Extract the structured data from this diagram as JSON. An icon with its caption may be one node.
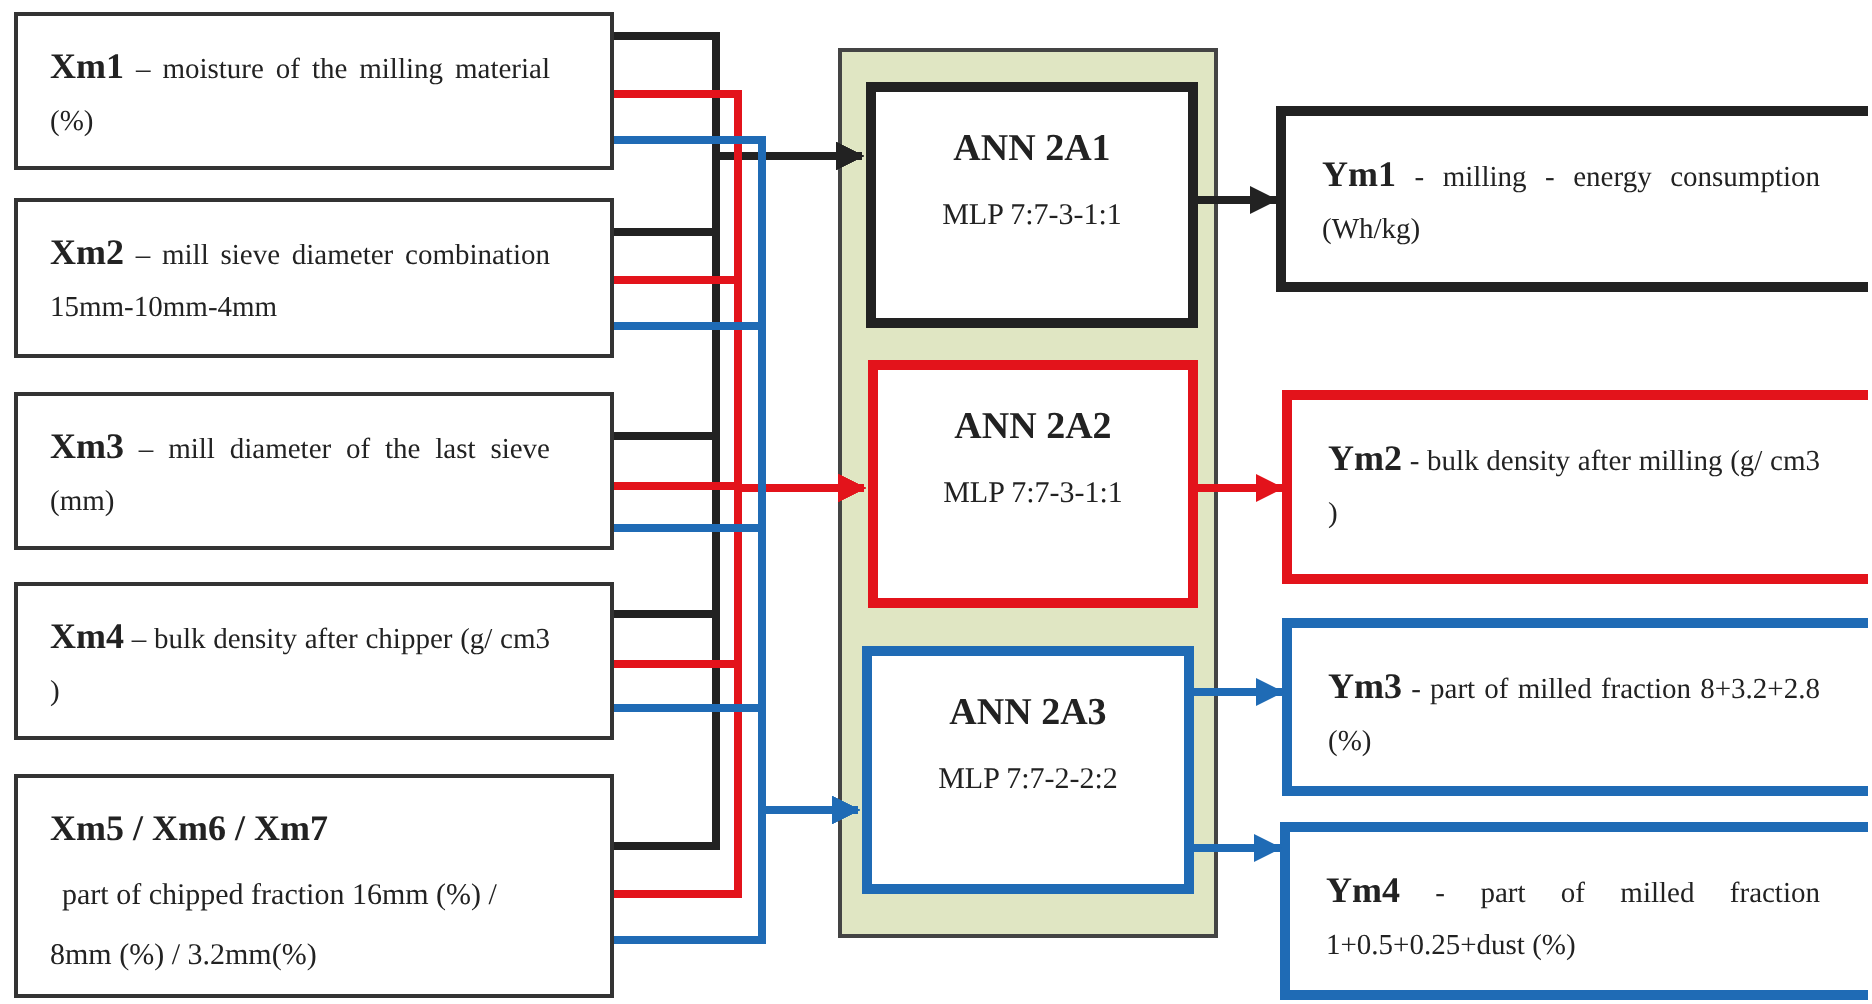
{
  "diagram": {
    "nodes": [
      {
        "text": [
          "**Xm1** – moisture of the milling material (%)"
        ]
      },
      {
        "text": [
          "**Xm2** – mill sieve diameter combination 15mm-10mm-4mm"
        ]
      },
      {
        "text": [
          "**Xm3** – mill diameter of the last sieve (mm)"
        ]
      },
      {
        "text": [
          "**Xm4** – bulk density after chipper (g/ cm3 )"
        ]
      },
      {
        "text": [
          "**Xm5** / **Xm6** / **Xm7**",
          "part of chipped fraction 16mm (%) / 8mm (%) / 3.2mm(%)"
        ]
      },
      {
        "text": [],
        "shape": "box"
      },
      {
        "text": [
          "ANN 2A1",
          "MLP 7:7-3-1:1"
        ],
        "in": 5
      },
      {
        "text": [
          "ANN 2A2",
          "MLP 7:7-3-1:1"
        ],
        "in": 5
      },
      {
        "text": [
          "ANN 2A3",
          "MLP 7:7-2-2:2"
        ],
        "in": 5
      },
      {
        "text": [
          "**Ym1** - milling - energy consumption (Wh/kg)"
        ]
      },
      {
        "text": [
          "**Ym2** - bulk density after milling (g/ cm3 )"
        ]
      },
      {
        "text": [
          "**Ym3** - part of milled fraction 8+3.2+2.8 (%)"
        ]
      },
      {
        "text": [
          "**Ym4** - part of milled fraction 1+0.5+0.25+dust (%)"
        ]
      }
    ],
    "edges": [
      {
        "from": 0,
        "to": 6,
        "arrow": "to",
        "color": "#222222"
      },
      {
        "from": 1,
        "to": 6,
        "arrow": "to",
        "color": "#222222"
      },
      {
        "from": 2,
        "to": 6,
        "arrow": "to",
        "color": "#222222"
      },
      {
        "from": 3,
        "to": 6,
        "arrow": "to",
        "color": "#222222"
      },
      {
        "from": 4,
        "to": 6,
        "arrow": "to",
        "color": "#222222"
      },
      {
        "from": 0,
        "to": 7,
        "arrow": "to",
        "color": "#e3131b"
      },
      {
        "from": 1,
        "to": 7,
        "arrow": "to",
        "color": "#e3131b"
      },
      {
        "from": 2,
        "to": 7,
        "arrow": "to",
        "color": "#e3131b"
      },
      {
        "from": 3,
        "to": 7,
        "arrow": "to",
        "color": "#e3131b"
      },
      {
        "from": 4,
        "to": 7,
        "arrow": "to",
        "color": "#e3131b"
      },
      {
        "from": 0,
        "to": 8,
        "arrow": "to",
        "color": "#1f6bb5"
      },
      {
        "from": 1,
        "to": 8,
        "arrow": "to",
        "color": "#1f6bb5"
      },
      {
        "from": 2,
        "to": 8,
        "arrow": "to",
        "color": "#1f6bb5"
      },
      {
        "from": 3,
        "to": 8,
        "arrow": "to",
        "color": "#1f6bb5"
      },
      {
        "from": 4,
        "to": 8,
        "arrow": "to",
        "color": "#1f6bb5"
      },
      {
        "from": 6,
        "to": 9,
        "arrow": "to",
        "color": "#222222"
      },
      {
        "from": 7,
        "to": 10,
        "arrow": "to",
        "color": "#e3131b"
      },
      {
        "from": 8,
        "to": 11,
        "arrow": "to",
        "color": "#1f6bb5"
      },
      {
        "from": 8,
        "to": 12,
        "arrow": "to",
        "color": "#1f6bb5"
      }
    ]
  }
}
